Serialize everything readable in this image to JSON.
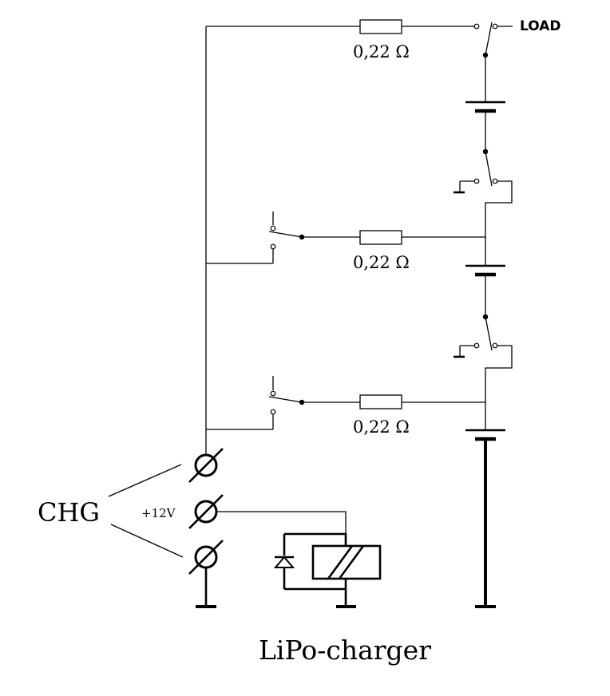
{
  "labels": {
    "load": "LOAD",
    "resistor_top": "0,22 Ω",
    "resistor_middle": "0,22 Ω",
    "resistor_bottom": "0,22 Ω",
    "charger_connector": "CHG",
    "supply_voltage": "+12V",
    "title": "LiPo-charger"
  }
}
